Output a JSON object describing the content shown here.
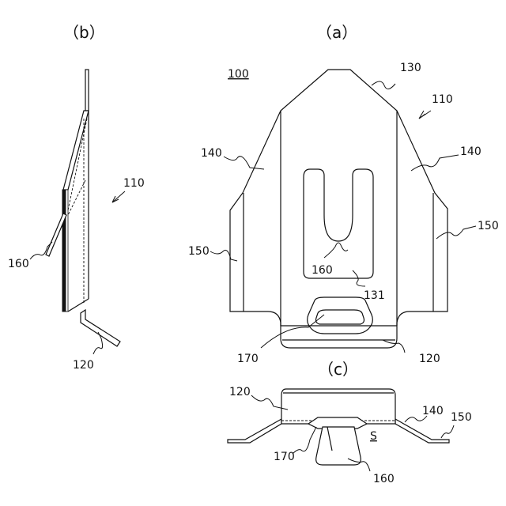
{
  "panels": {
    "a": "（a）",
    "b": "（b）",
    "c": "（c）"
  },
  "labels": {
    "ref100": "100",
    "l110a": "110",
    "l110b": "110",
    "l120a": "120",
    "l120b": "120",
    "l120c": "120",
    "l130": "130",
    "l131": "131",
    "l140a_left": "140",
    "l140a_right": "140",
    "l140c": "140",
    "l150a_left": "150",
    "l150a_right": "150",
    "l150c": "150",
    "l160a": "160",
    "l160b": "160",
    "l160c": "160",
    "l170a": "170",
    "l170c": "170",
    "lS": "S"
  }
}
